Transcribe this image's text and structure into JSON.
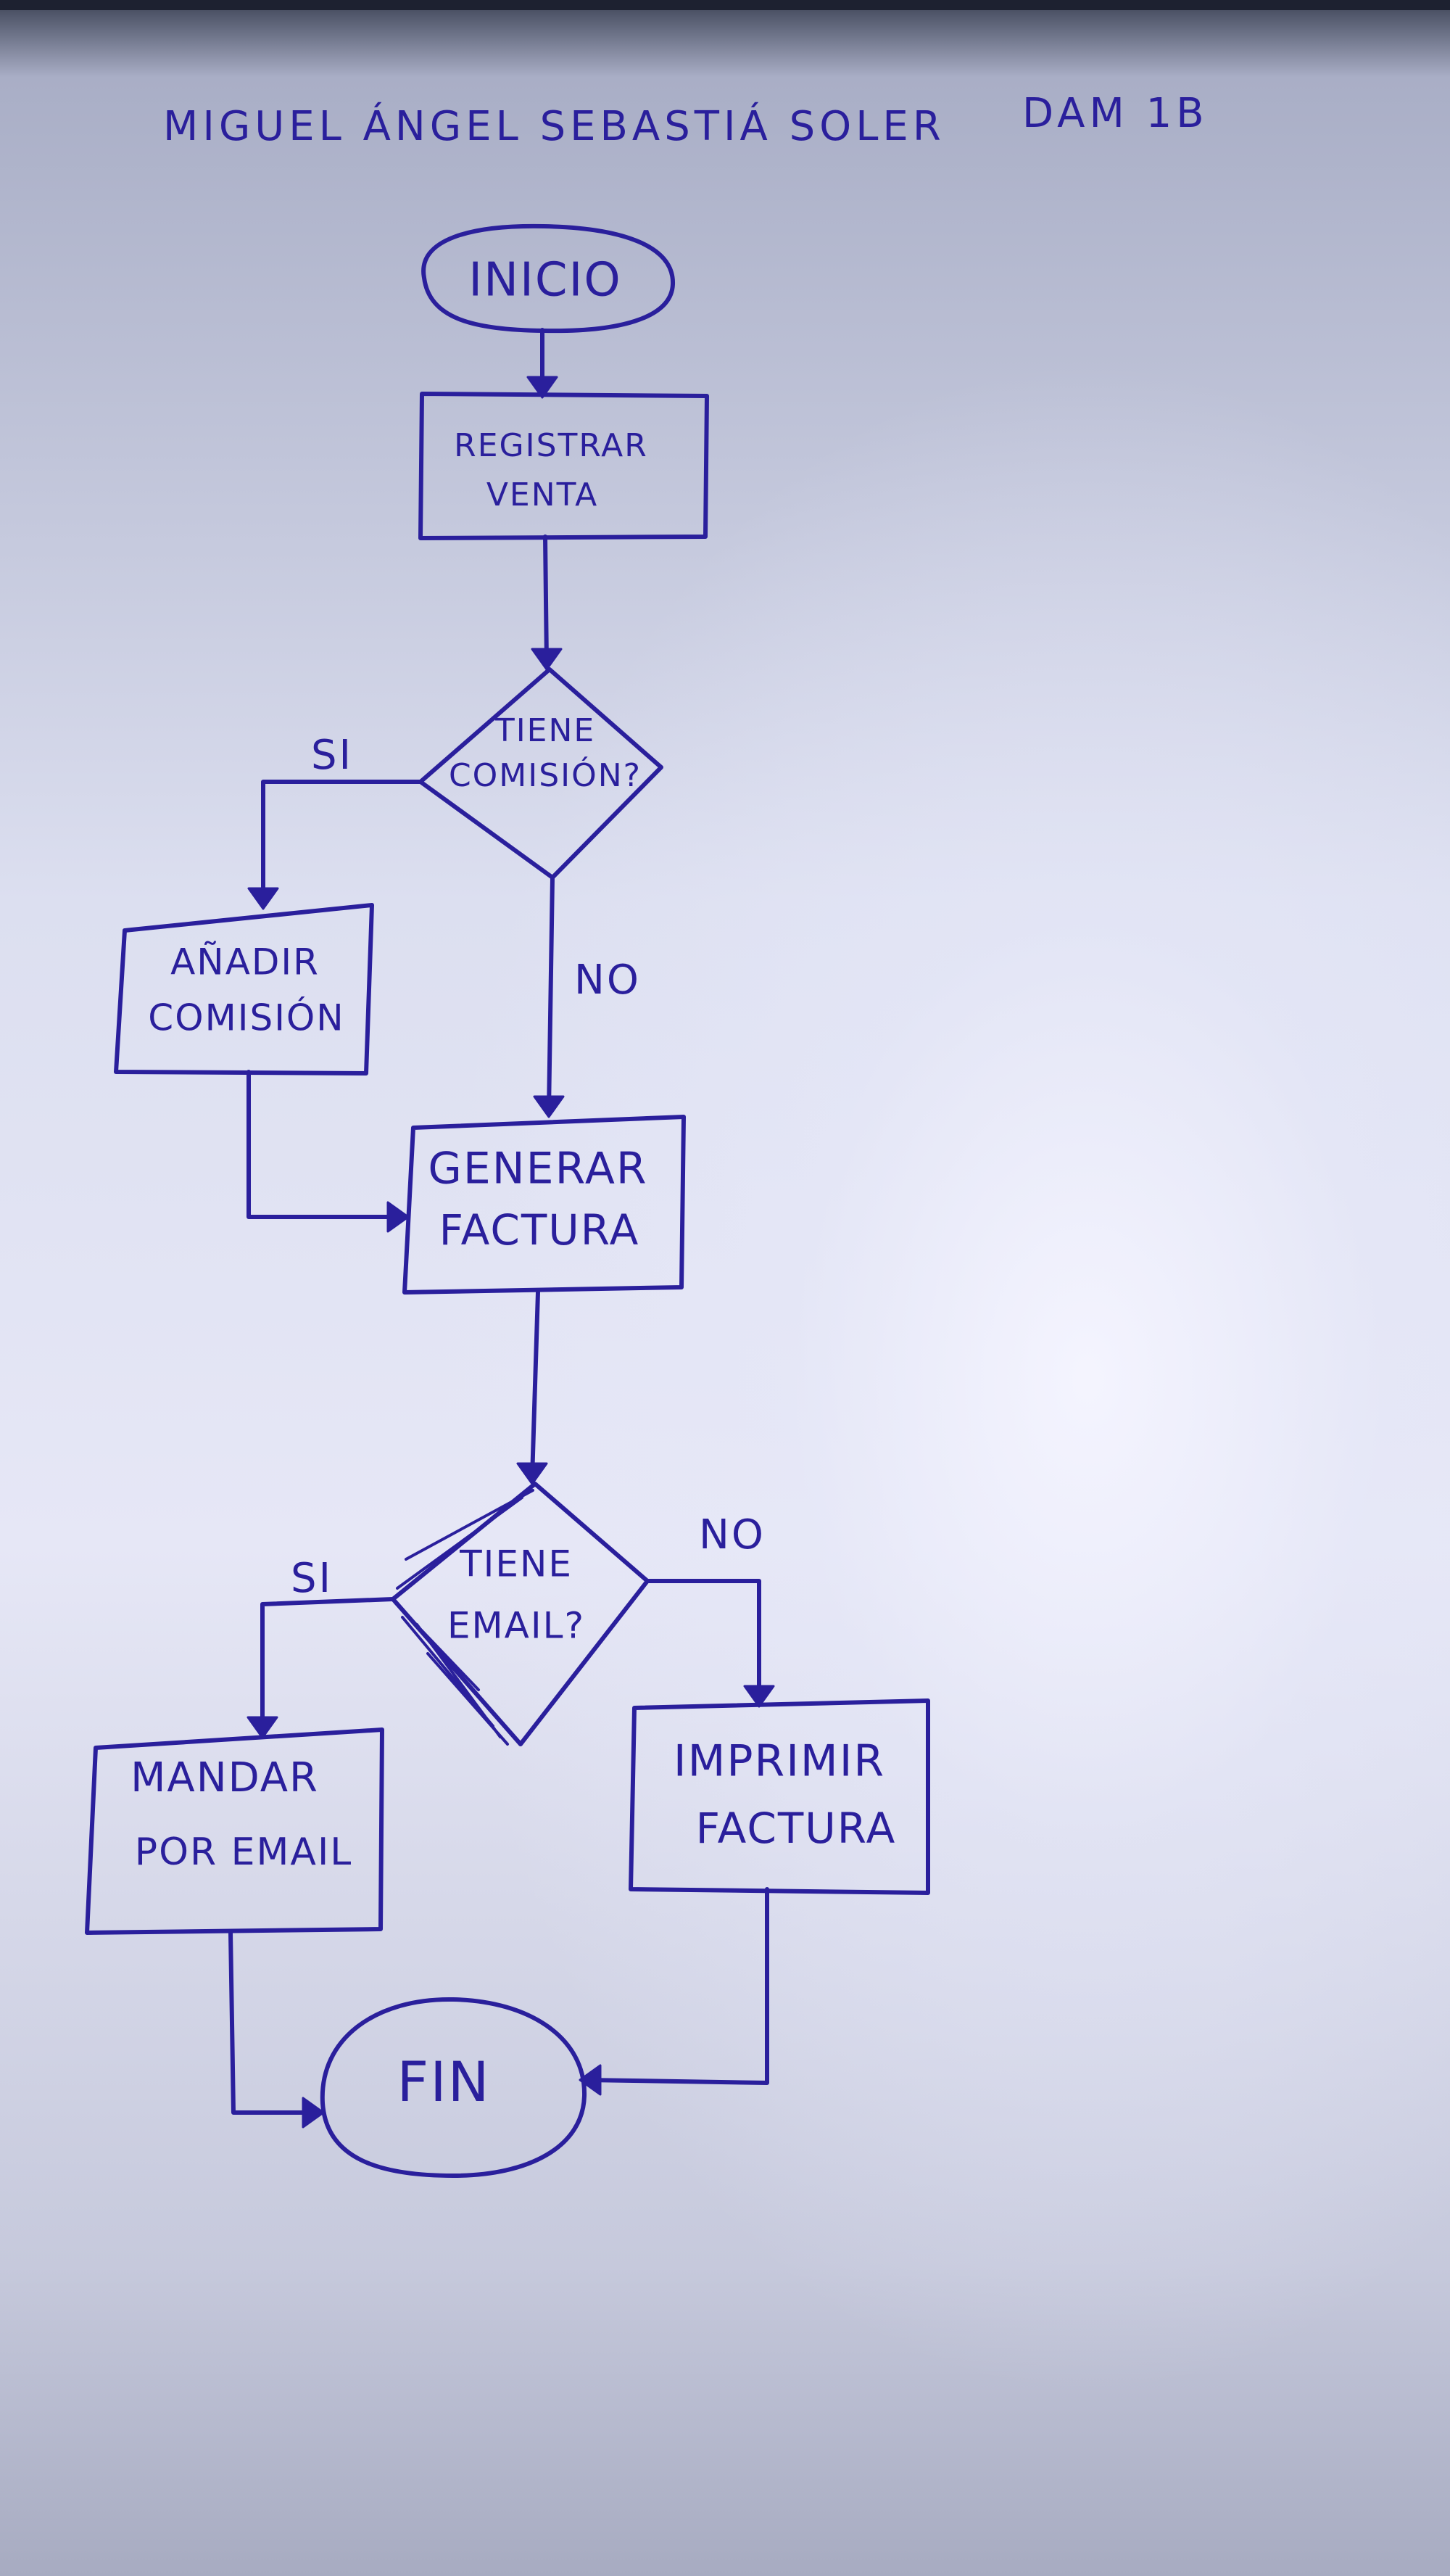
{
  "header": {
    "author": "MIGUEL ÁNGEL SEBASTIÁ SOLER",
    "class": "DAM 1B"
  },
  "nodes": {
    "start": "INICIO",
    "register": [
      "REGISTRAR",
      "VENTA"
    ],
    "commission_decision": [
      "TIENE",
      "COMISIÓN?"
    ],
    "add_commission": [
      "AÑADIR",
      "COMISIÓN"
    ],
    "invoice": [
      "GENERAR",
      "FACTURA"
    ],
    "email_decision": [
      "TIENE",
      "EMAIL?"
    ],
    "send_email": [
      "MANDAR",
      "POR EMAIL"
    ],
    "print_invoice": [
      "IMPRIMIR",
      "FACTURA"
    ],
    "end": "FIN"
  },
  "branches": {
    "commission_yes": "SI",
    "commission_no": "NO",
    "email_yes": "SI",
    "email_no": "NO"
  },
  "colors": {
    "ink": "#2a1f9c",
    "paper": "#e3e5f4"
  }
}
